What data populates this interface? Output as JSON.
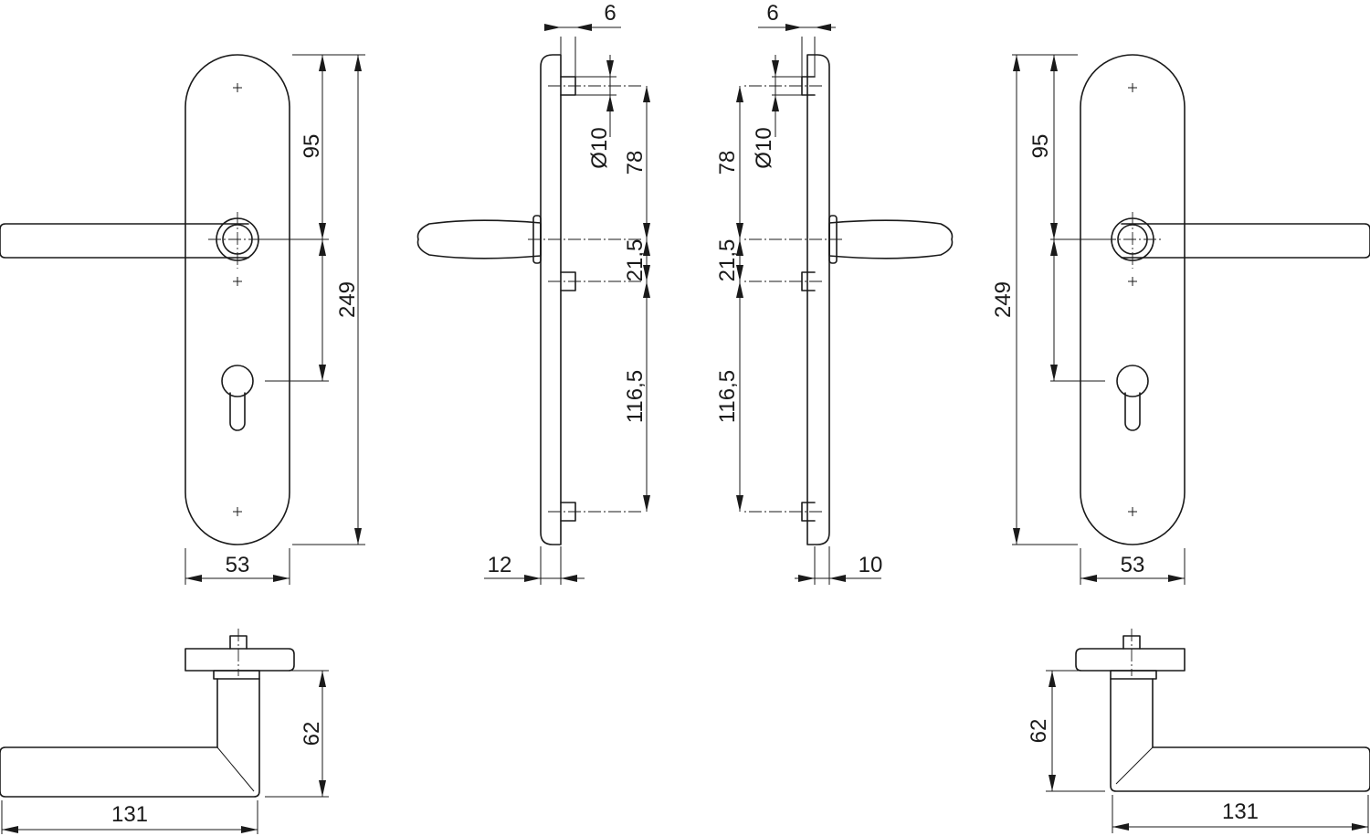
{
  "dimensions": {
    "screw_spacing_top": "95",
    "plate_height": "249",
    "plate_width": "53",
    "screw_offset": "6",
    "screw_diameter": "Ø10",
    "screw_to_spindle": "78",
    "spindle_to_screw": "21,5",
    "screw_to_bottom": "116,5",
    "plate_thickness_left": "12",
    "plate_thickness_right": "10",
    "handle_projection": "62",
    "handle_length": "131"
  }
}
